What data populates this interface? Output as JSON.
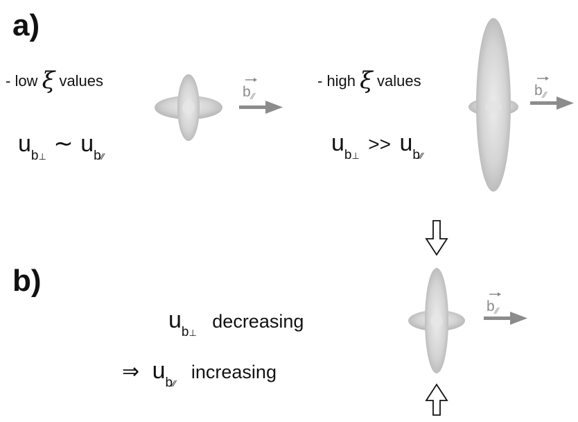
{
  "panels": {
    "a": {
      "label": "a)",
      "low": {
        "prefix": "- low",
        "symbol": "ξ",
        "suffix": "values",
        "eq_var_left": "u",
        "eq_sub_left": "b",
        "eq_sub_left_mark": "⊥",
        "eq_relation": "∼",
        "eq_var_right": "u",
        "eq_sub_right": "b",
        "eq_sub_right_mark": "∕∕"
      },
      "high": {
        "prefix": "- high",
        "symbol": "ξ",
        "suffix": "values",
        "eq_var_left": "u",
        "eq_sub_left": "b",
        "eq_sub_left_mark": "⊥",
        "eq_relation": ">>",
        "eq_var_right": "u",
        "eq_sub_right": "b",
        "eq_sub_right_mark": "∕∕"
      }
    },
    "b": {
      "label": "b)",
      "line1_var": "u",
      "line1_sub": "b",
      "line1_sub_mark": "⊥",
      "line1_word": "decreasing",
      "line2_implies": "⇒",
      "line2_var": "u",
      "line2_sub": "b",
      "line2_sub_mark": "∕∕",
      "line2_word": "increasing"
    }
  },
  "field_vector": {
    "letter": "b",
    "subscript": "∕∕",
    "arrow_mark": "→"
  },
  "colors": {
    "shape_fill": "#d0d0d0",
    "shape_highlight": "#ececec",
    "field_arrow": "#8c8c8c",
    "text": "#111111"
  }
}
